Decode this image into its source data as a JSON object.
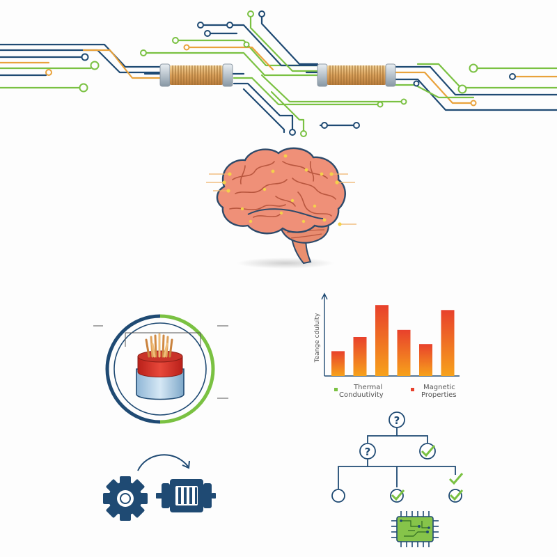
{
  "colors": {
    "navy": "#1f4a73",
    "green": "#7ac142",
    "orange": "#e9a23b",
    "copper": "#d9a05b",
    "brain": "#ee8e75",
    "bar_red": "#e8412c",
    "bar_orange": "#f7a21b"
  },
  "chart": {
    "y_label": "Teange cduluity",
    "legend_left_line1": "Thermal",
    "legend_left_line2": "Conduutivity",
    "legend_right_line1": "Magnetic",
    "legend_right_line2": "Properties"
  },
  "chart_data": {
    "type": "bar",
    "categories": [
      "",
      "",
      "",
      "",
      "",
      ""
    ],
    "values": [
      3.5,
      5.5,
      10,
      6.5,
      4.5,
      9.3
    ],
    "xlabel": "",
    "ylabel": "Teange cduluity",
    "ylim": [
      0,
      11
    ],
    "legend": [
      "Thermal Conduutivity",
      "Magnetic Properties"
    ],
    "legend_placement": "bottom"
  },
  "icons": {
    "circuit": "circuit-traces-icon",
    "coil": "inductor-coil-icon",
    "brain": "brain-icon",
    "wire": "copper-wire-icon",
    "gear": "gear-icon",
    "motor": "motor-icon",
    "arrow": "curved-arrow-icon",
    "question": "question-mark-icon",
    "check": "checkmark-icon",
    "chip": "microchip-icon"
  }
}
